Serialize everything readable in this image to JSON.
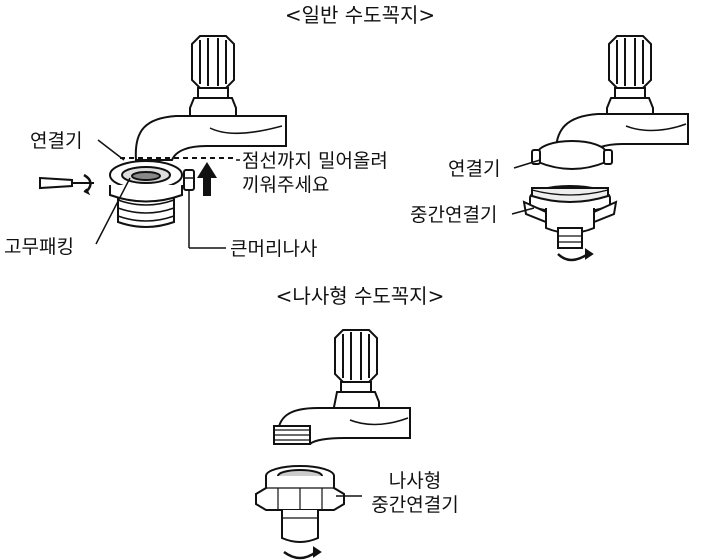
{
  "titles": {
    "standard_faucet": "<일반 수도꼭지>",
    "threaded_faucet": "<나사형 수도꼭지>"
  },
  "labels": {
    "connector_left": "연결기",
    "dotted_line_note_1": "점선까지 밀어올려",
    "dotted_line_note_2": "끼워주세요",
    "rubber_packing": "고무패킹",
    "large_head_screw": "큰머리나사",
    "connector_right": "연결기",
    "middle_connector": "중간연결기",
    "threaded_middle_connector_1": "나사형",
    "threaded_middle_connector_2": "중간연결기"
  }
}
